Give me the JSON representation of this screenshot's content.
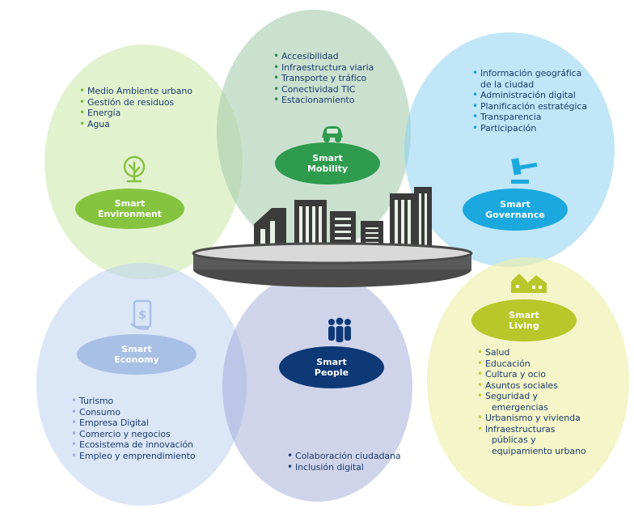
{
  "colors": {
    "environment": "#86c440",
    "mobility": "#2e9b4e",
    "governance": "#1aa8de",
    "economy": "#a9c0e6",
    "people": "#0e3977",
    "living": "#b8c72a",
    "text": "#1d3d6e",
    "platform": "#4a4a4a"
  },
  "environment": {
    "title_1": "Smart",
    "title_2": "Environment",
    "icon": "tree-icon",
    "items": [
      "Medio Ambiente urbano",
      "Gestión de residuos",
      "Energía",
      "Agua"
    ]
  },
  "mobility": {
    "title_1": "Smart",
    "title_2": "Mobility",
    "icon": "car-icon",
    "items": [
      "Accesibilidad",
      "Infraestructura viaria",
      "Transporte y tráfico",
      "Conectividad TIC",
      "Estacionamiento"
    ]
  },
  "governance": {
    "title_1": "Smart",
    "title_2": "Governance",
    "icon": "gavel-icon",
    "items": [
      "Información geográfica",
      "de la ciudad",
      "Administración digital",
      "Planificación estratégica",
      "Transparencia",
      "Participación"
    ]
  },
  "economy": {
    "title_1": "Smart",
    "title_2": "Economy",
    "icon": "money-icon",
    "items": [
      "Turismo",
      "Consumo",
      "Empresa Digital",
      "Comercio y negocios",
      "Ecosistema de innovación",
      "Empleo y emprendimiento"
    ]
  },
  "people": {
    "title_1": "Smart",
    "title_2": "People",
    "icon": "people-icon",
    "items": [
      "Colaboración ciudadana",
      "Inclusión digital"
    ]
  },
  "living": {
    "title_1": "Smart",
    "title_2": "Living",
    "icon": "houses-icon",
    "items": [
      "Salud",
      "Educación",
      "Cultura y ocio",
      "Asuntos sociales",
      "Seguridad y",
      "emergencias",
      "Urbanismo y vivienda",
      "Infraestructuras",
      "públicas y",
      "equipamiento urbano"
    ]
  }
}
